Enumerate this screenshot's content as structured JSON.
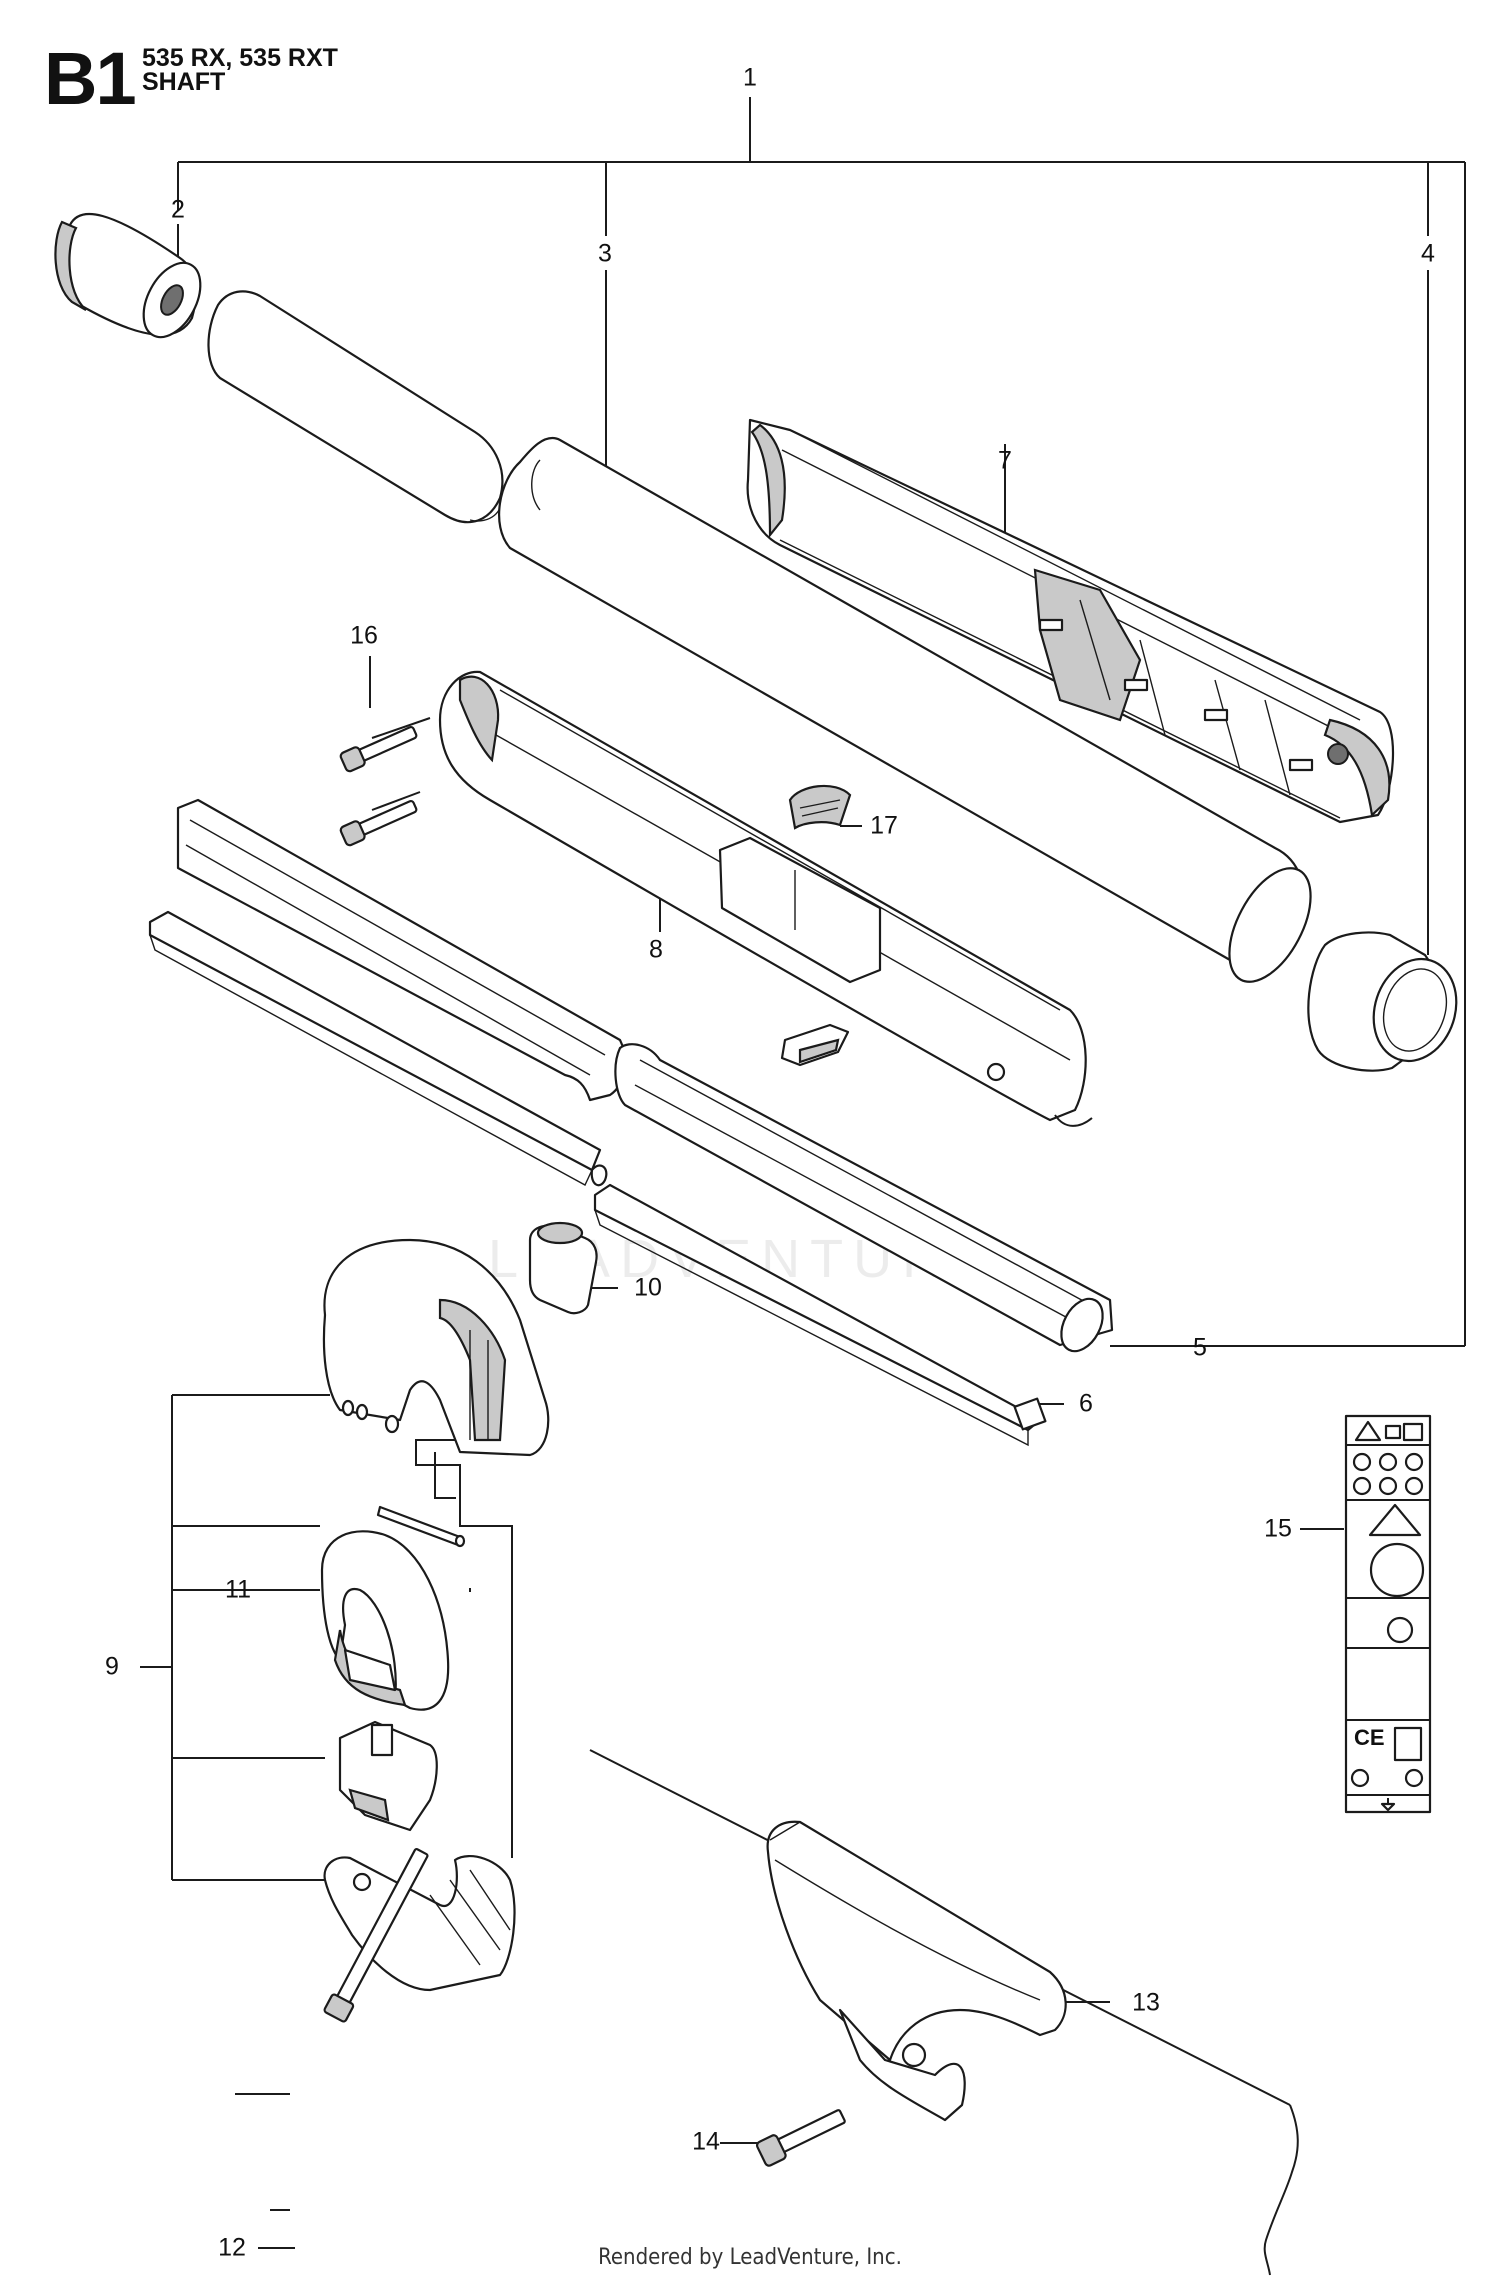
{
  "header": {
    "code": "B1",
    "model": "535 RX, 535 RXT",
    "name": "SHAFT"
  },
  "callouts": [
    {
      "id": "c1",
      "label": "1"
    },
    {
      "id": "c2",
      "label": "2"
    },
    {
      "id": "c3",
      "label": "3"
    },
    {
      "id": "c4",
      "label": "4"
    },
    {
      "id": "c5",
      "label": "5"
    },
    {
      "id": "c6",
      "label": "6"
    },
    {
      "id": "c7",
      "label": "7"
    },
    {
      "id": "c8",
      "label": "8"
    },
    {
      "id": "c9",
      "label": "9"
    },
    {
      "id": "c10",
      "label": "10"
    },
    {
      "id": "c11",
      "label": "11"
    },
    {
      "id": "c12",
      "label": "12"
    },
    {
      "id": "c13",
      "label": "13"
    },
    {
      "id": "c14",
      "label": "14"
    },
    {
      "id": "c15",
      "label": "15"
    },
    {
      "id": "c16",
      "label": "16"
    },
    {
      "id": "c17",
      "label": "17"
    }
  ],
  "label_sticker": {
    "mark": "CE"
  },
  "watermark": "LEADVENTURE",
  "footer": "Rendered by LeadVenture, Inc."
}
